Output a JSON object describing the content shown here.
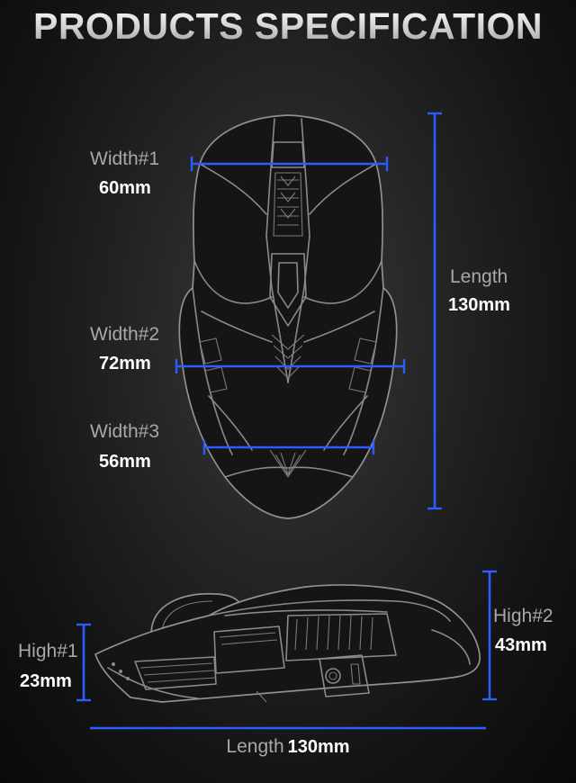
{
  "title": "PRODUCTS SPECIFICATION",
  "top_view": {
    "width1": {
      "label": "Width#1",
      "value": "60mm"
    },
    "width2": {
      "label": "Width#2",
      "value": "72mm"
    },
    "width3": {
      "label": "Width#3",
      "value": "56mm"
    },
    "length": {
      "label": "Length",
      "value": "130mm"
    }
  },
  "side_view": {
    "high1": {
      "label": "High#1",
      "value": "23mm"
    },
    "high2": {
      "label": "High#2",
      "value": "43mm"
    },
    "length": {
      "label": "Length",
      "value": "130mm"
    }
  },
  "colors": {
    "dimension_line": "#2a5cff",
    "background": "#1a1a1a",
    "outline": "#8a8a8a"
  }
}
